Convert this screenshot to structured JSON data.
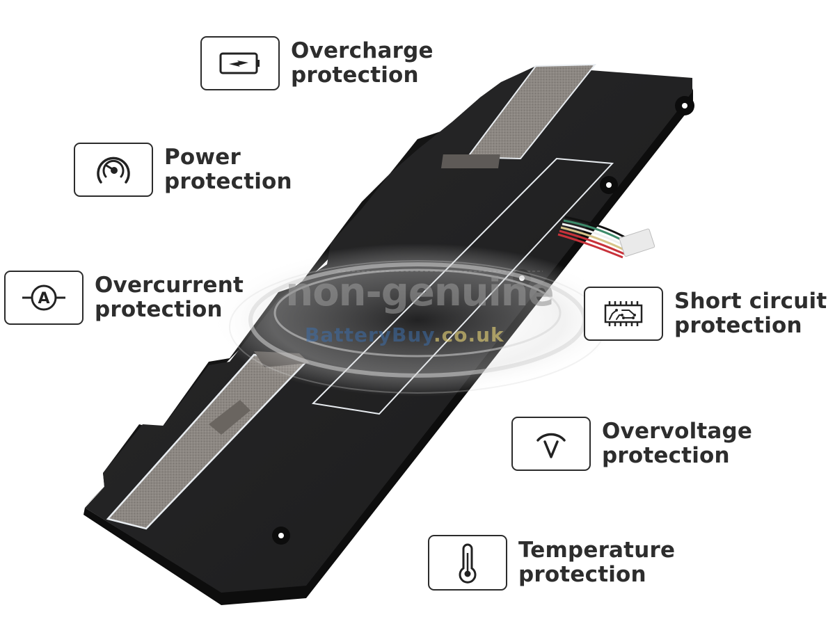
{
  "product": {
    "name": "laptop-battery",
    "colors": {
      "body": "#1e1e1f",
      "body_edge": "#0e0e0e",
      "foam": "#8a8580",
      "outline": "#e8ecf0",
      "icon_stroke": "#222222",
      "text": "#2d2d2d"
    }
  },
  "watermark": {
    "main": "non-genuine",
    "site_brand": "BatteryBuy",
    "site_tld": ".co.uk"
  },
  "features": [
    {
      "id": "overcharge",
      "icon": "battery-charge-icon",
      "line1": "Overcharge",
      "line2": "protection"
    },
    {
      "id": "power",
      "icon": "gauge-icon",
      "line1": "Power",
      "line2": "protection"
    },
    {
      "id": "overcurrent",
      "icon": "ammeter-icon",
      "line1": "Overcurrent",
      "line2": "protection"
    },
    {
      "id": "short-circuit",
      "icon": "circuit-chip-icon",
      "line1": "Short circuit",
      "line2": "protection"
    },
    {
      "id": "overvoltage",
      "icon": "voltage-icon",
      "line1": "Overvoltage",
      "line2": "protection"
    },
    {
      "id": "temperature",
      "icon": "thermometer-icon",
      "line1": "Temperature",
      "line2": "protection"
    }
  ]
}
